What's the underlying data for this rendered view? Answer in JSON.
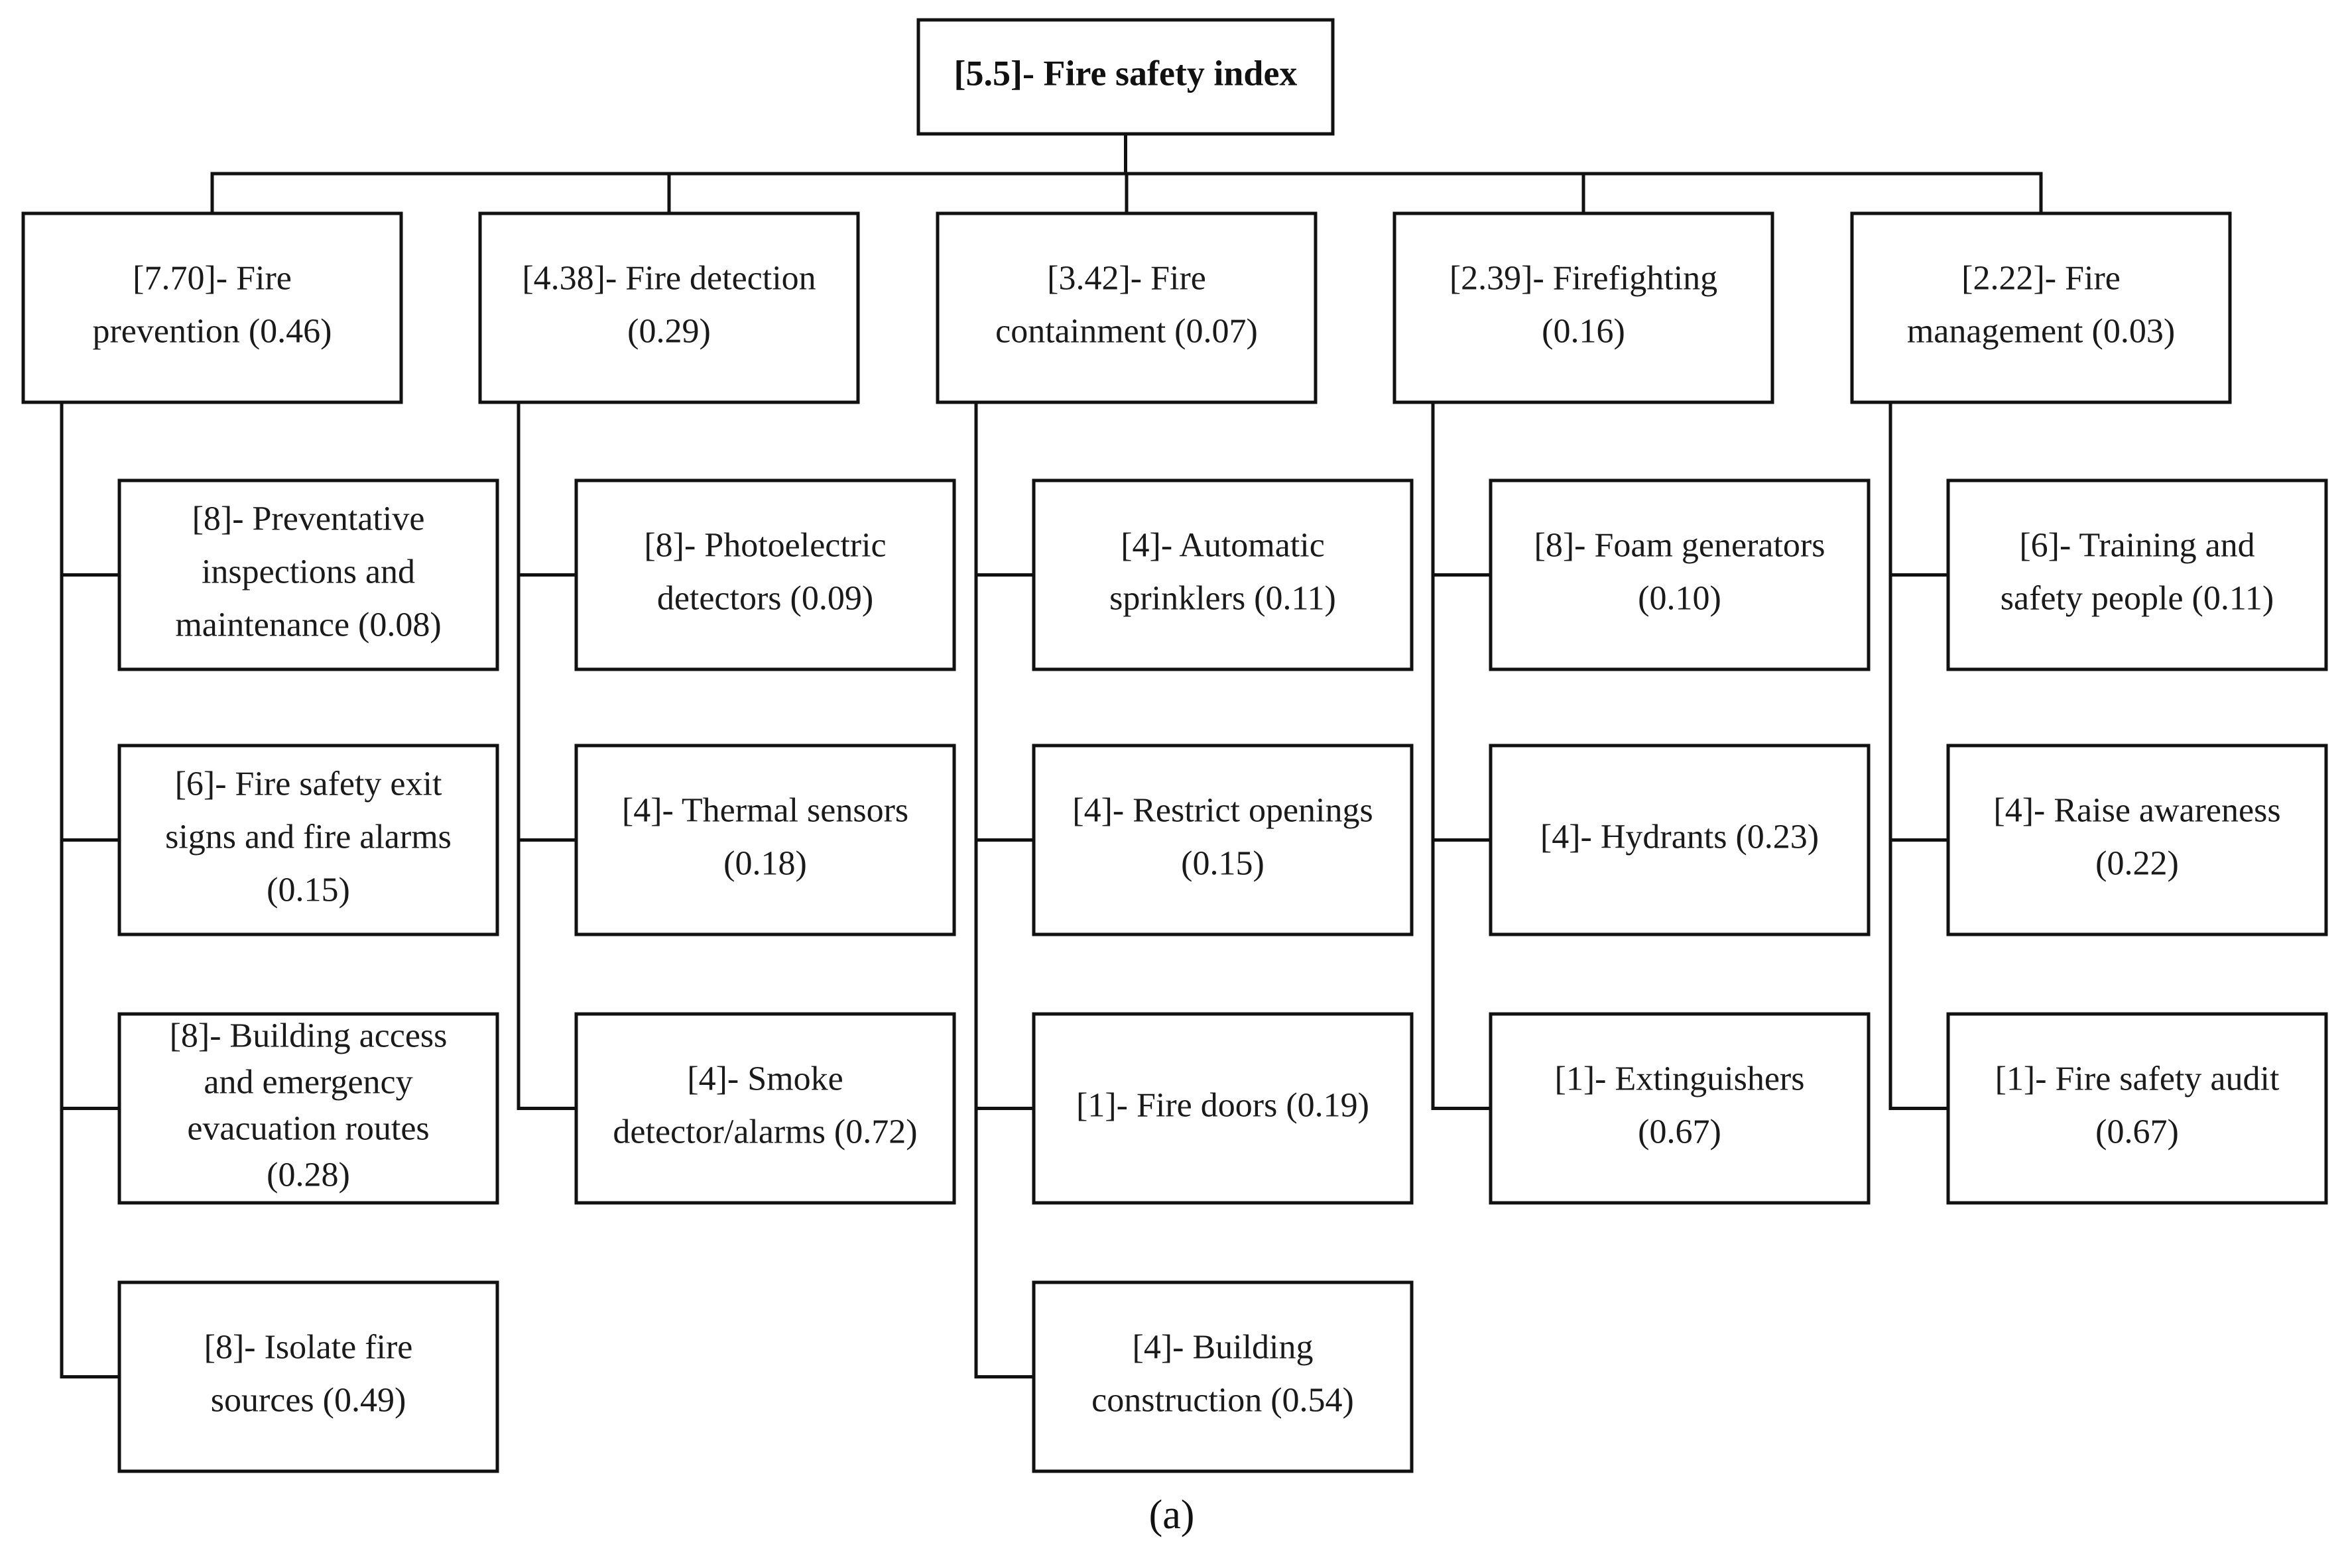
{
  "root": {
    "lines": [
      "[5.5]- Fire safety index"
    ]
  },
  "categories": [
    {
      "lines": [
        "[7.70]- Fire",
        "prevention (0.46)"
      ],
      "children": [
        {
          "lines": [
            "[8]- Preventative",
            "inspections and",
            "maintenance (0.08)"
          ]
        },
        {
          "lines": [
            "[6]- Fire safety exit",
            "signs and fire alarms",
            "(0.15)"
          ]
        },
        {
          "lines": [
            "[8]- Building access",
            "and emergency",
            "evacuation routes",
            "(0.28)"
          ]
        },
        {
          "lines": [
            "[8]- Isolate fire",
            "sources (0.49)"
          ]
        }
      ]
    },
    {
      "lines": [
        "[4.38]- Fire detection",
        "(0.29)"
      ],
      "children": [
        {
          "lines": [
            "[8]- Photoelectric",
            "detectors (0.09)"
          ]
        },
        {
          "lines": [
            "[4]- Thermal sensors",
            "(0.18)"
          ]
        },
        {
          "lines": [
            "[4]- Smoke",
            "detector/alarms (0.72)"
          ]
        }
      ]
    },
    {
      "lines": [
        "[3.42]- Fire",
        "containment (0.07)"
      ],
      "children": [
        {
          "lines": [
            "[4]- Automatic",
            "sprinklers (0.11)"
          ]
        },
        {
          "lines": [
            "[4]- Restrict openings",
            "(0.15)"
          ]
        },
        {
          "lines": [
            "[1]- Fire doors (0.19)"
          ]
        },
        {
          "lines": [
            "[4]- Building",
            "construction (0.54)"
          ]
        }
      ]
    },
    {
      "lines": [
        "[2.39]- Firefighting",
        "(0.16)"
      ],
      "children": [
        {
          "lines": [
            "[8]- Foam generators",
            "(0.10)"
          ]
        },
        {
          "lines": [
            "[4]- Hydrants (0.23)"
          ]
        },
        {
          "lines": [
            "[1]- Extinguishers",
            "(0.67)"
          ]
        }
      ]
    },
    {
      "lines": [
        "[2.22]- Fire",
        "management (0.03)"
      ],
      "children": [
        {
          "lines": [
            "[6]- Training and",
            "safety people (0.11)"
          ]
        },
        {
          "lines": [
            "[4]- Raise awareness",
            "(0.22)"
          ]
        },
        {
          "lines": [
            "[1]- Fire safety audit",
            "(0.67)"
          ]
        }
      ]
    }
  ],
  "caption": "(a)"
}
